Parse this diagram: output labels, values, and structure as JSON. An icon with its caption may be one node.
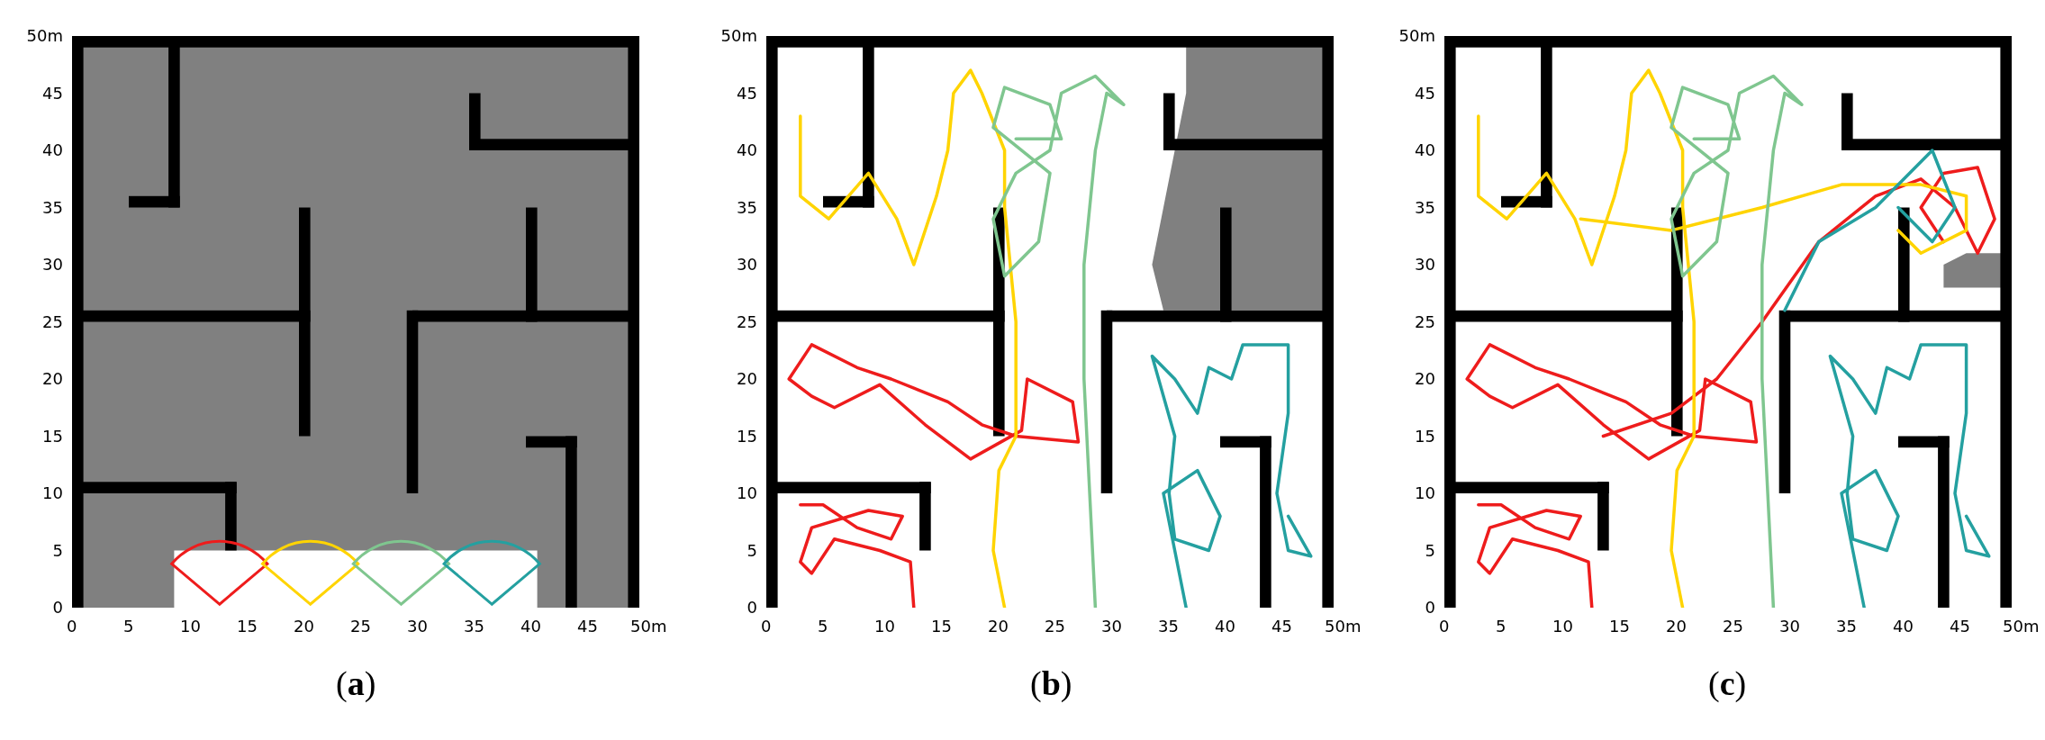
{
  "diagram": {
    "labels": [
      "50m",
      "45",
      "40",
      "35",
      "30",
      "25",
      "20",
      "15",
      "10",
      "5",
      "0",
      "0",
      "5",
      "10",
      "15",
      "20",
      "25",
      "30",
      "35",
      "40",
      "45",
      "50m",
      "(**a**)",
      "50m",
      "45",
      "40",
      "35",
      "30",
      "25",
      "20",
      "15",
      "10",
      "5",
      "0",
      "0",
      "5",
      "10",
      "15",
      "20",
      "25",
      "30",
      "35",
      "40",
      "45",
      "50m",
      "(**b**)",
      "50m",
      "45",
      "40",
      "35",
      "30",
      "25",
      "20",
      "15",
      "10",
      "5",
      "0",
      "0",
      "5",
      "10",
      "15",
      "20",
      "25",
      "30",
      "35",
      "40",
      "45",
      "50m",
      "(**c**)"
    ]
  }
}
